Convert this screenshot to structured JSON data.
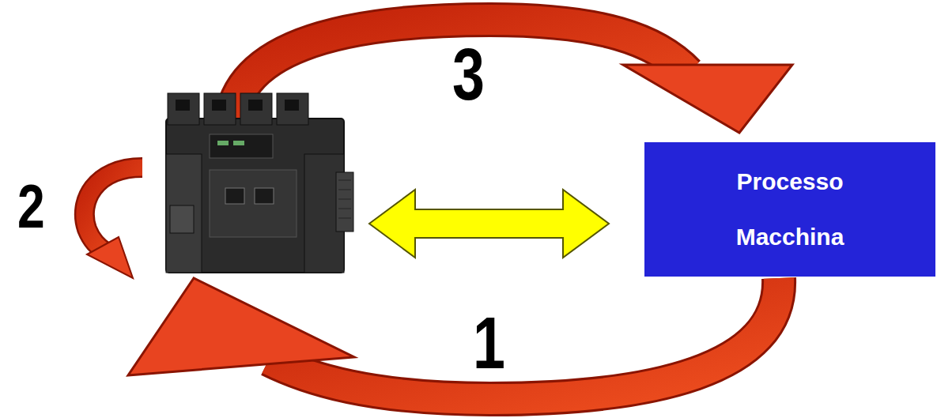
{
  "diagram": {
    "nodes": [
      {
        "text": [
          "Processo Macchina"
        ]
      }
    ],
    "labels": [
      "3",
      "2",
      "1"
    ]
  }
}
